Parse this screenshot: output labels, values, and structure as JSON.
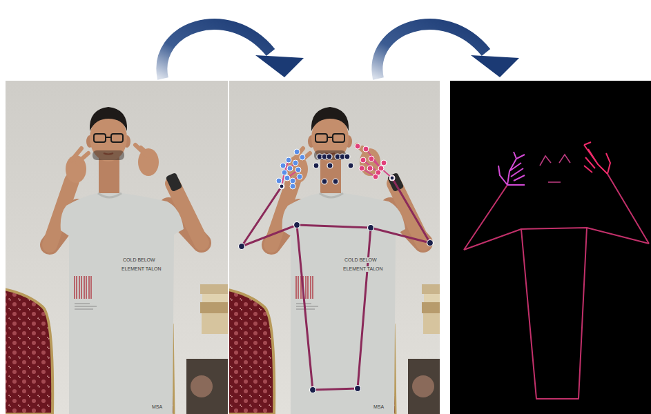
{
  "diagram": {
    "labels": [
      "COLD BELOW",
      "ELEMENT TALON",
      "MSA",
      "COLD BELOW",
      "ELEMENT TALON",
      "MSA"
    ]
  }
}
